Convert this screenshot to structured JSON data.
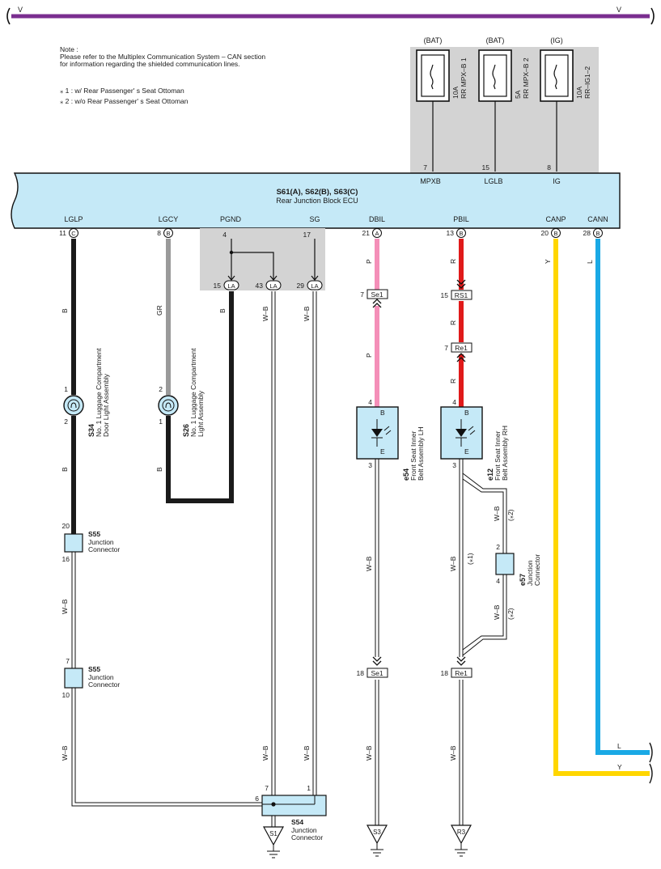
{
  "bus": {
    "left_label": "V",
    "right_label": "V",
    "color": "#7a2e8f"
  },
  "note": {
    "title": "Note :",
    "line1": "Please refer to the Multiplex Communication System – CAN section",
    "line2": "for information regarding the shielded communication lines.",
    "foot1": "⁎ 1 : w/ Rear Passenger' s Seat Ottoman",
    "foot2": "⁎ 2 : w/o Rear Passenger' s Seat Ottoman"
  },
  "fuses": [
    {
      "source": "(BAT)",
      "name": "RR MPX–B 1",
      "rating": "10A",
      "pin": "7",
      "terminal": "MPXB"
    },
    {
      "source": "(BAT)",
      "name": "RR MPX–B 2",
      "rating": "5A",
      "pin": "15",
      "terminal": "LGLB"
    },
    {
      "source": "(IG)",
      "name": "RR–IG1–2",
      "rating": "10A",
      "pin": "8",
      "terminal": "IG"
    }
  ],
  "ecu": {
    "connectors": "S61(A), S62(B), S63(C)",
    "name": "Rear Junction Block ECU"
  },
  "terminals": [
    {
      "name": "LGLP",
      "pin": "11",
      "conn": "C"
    },
    {
      "name": "LGCY",
      "pin": "8",
      "conn": "B"
    },
    {
      "name": "PGND",
      "pin": "4",
      "conn": ""
    },
    {
      "name": "SG",
      "pin": "17",
      "conn": ""
    },
    {
      "name": "DBIL",
      "pin": "21",
      "conn": "A"
    },
    {
      "name": "PBIL",
      "pin": "13",
      "conn": "B"
    },
    {
      "name": "CANP",
      "pin": "20",
      "conn": "B"
    },
    {
      "name": "CANN",
      "pin": "28",
      "conn": "B"
    }
  ],
  "la_pins": [
    {
      "pin": "15",
      "label": "LA"
    },
    {
      "pin": "43",
      "label": "LA"
    },
    {
      "pin": "29",
      "label": "LA"
    }
  ],
  "wire_labels": {
    "lglp": "B",
    "lgcy": "GR",
    "pgnd": "B",
    "wb": "W–B",
    "dbil": "P",
    "pbil": "R",
    "canp": "Y",
    "cann": "L",
    "s1_note": "(⁎1)",
    "s2_note": "(⁎2)"
  },
  "lights": [
    {
      "code": "S34",
      "name1": "No. 1 Luggage Compartment",
      "name2": "Door Light Assembly",
      "pin_top": "1",
      "pin_bottom": "2"
    },
    {
      "code": "S26",
      "name1": "No. 1 Luggage Compartment",
      "name2": "Light Assembly",
      "pin_top": "2",
      "pin_bottom": "1"
    }
  ],
  "belts": [
    {
      "code": "e54",
      "name1": "Front Seat Inner",
      "name2": "Belt Assembly LH",
      "pin_top": "4",
      "pin_bottom": "3",
      "b": "B",
      "e": "E"
    },
    {
      "code": "e12",
      "name1": "Front Seat Inner",
      "name2": "Belt Assembly RH",
      "pin_top": "4",
      "pin_bottom": "3",
      "b": "B",
      "e": "E"
    }
  ],
  "inline_connectors": {
    "se1_top": {
      "pin": "7",
      "label": "Se1"
    },
    "rs1": {
      "pin": "15",
      "label": "RS1"
    },
    "re1_top": {
      "pin": "7",
      "label": "Re1"
    },
    "se1_bottom": {
      "pin": "18",
      "label": "Se1"
    },
    "re1_bottom": {
      "pin": "18",
      "label": "Re1"
    }
  },
  "junctions": [
    {
      "code": "S55",
      "word1": "Junction",
      "word2": "Connector",
      "pin_top": "20",
      "pin_bottom": "16"
    },
    {
      "code": "S55",
      "word1": "Junction",
      "word2": "Connector",
      "pin_top": "7",
      "pin_bottom": "10"
    },
    {
      "code": "e57",
      "word1": "Junction",
      "word2": "Connector",
      "pin_top": "2",
      "pin_bottom": "4"
    },
    {
      "code": "S54",
      "word1": "Junction",
      "word2": "Connector",
      "pin_left": "6",
      "pin_a": "7",
      "pin_b": "1"
    }
  ],
  "grounds": [
    "S1",
    "S3",
    "R3"
  ],
  "can_ends": {
    "l": "L",
    "y": "Y"
  }
}
